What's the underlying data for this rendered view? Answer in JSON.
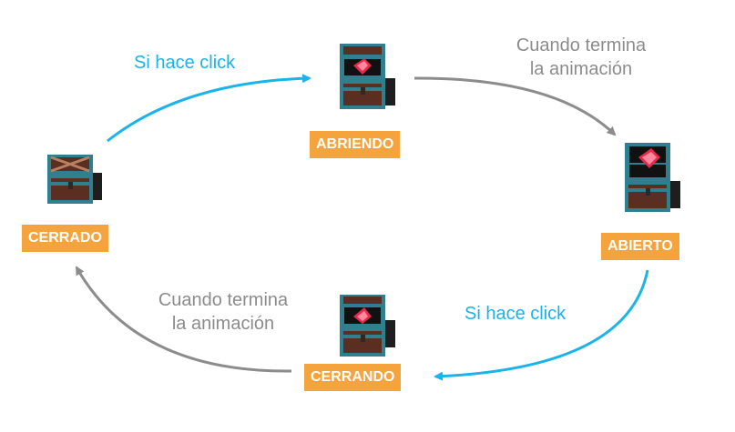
{
  "states": {
    "cerrado": "CERRADO",
    "abriendo": "ABRIENDO",
    "abierto": "ABIERTO",
    "cerrando": "CERRANDO"
  },
  "transitions": {
    "cerrado_to_abriendo": "Si hace click",
    "abriendo_to_abierto_line1": "Cuando termina",
    "abriendo_to_abierto_line2": "la animación",
    "abierto_to_cerrando": "Si hace click",
    "cerrando_to_cerrado_line1": "Cuando termina",
    "cerrando_to_cerrado_line2": "la animación"
  },
  "colors": {
    "label_background": "#f5a33c",
    "label_text": "#ffffff",
    "click_arrow": "#1ab3ea",
    "animation_arrow": "#8c8c8c",
    "chest_teal": "#2f7f8f",
    "chest_wood": "#5a2f22",
    "gem": "#e8294a"
  },
  "icons": {
    "cerrado": "closed-chest-icon",
    "abriendo": "opening-chest-icon",
    "abierto": "open-chest-icon",
    "cerrando": "closing-chest-icon"
  }
}
